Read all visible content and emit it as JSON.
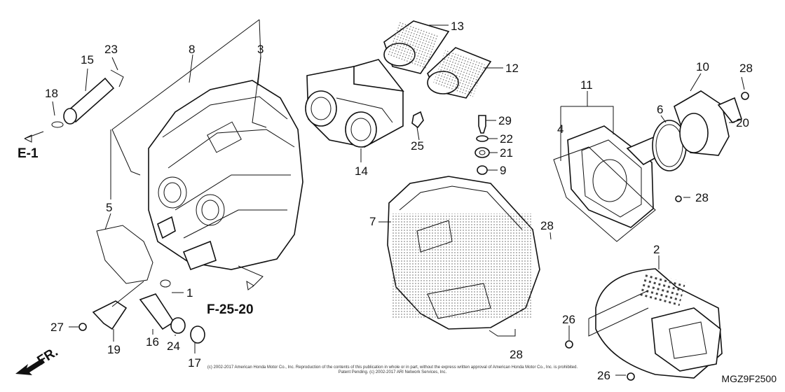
{
  "diagram": {
    "callouts": [
      {
        "id": "1",
        "label": "1"
      },
      {
        "id": "2",
        "label": "2"
      },
      {
        "id": "3",
        "label": "3"
      },
      {
        "id": "4",
        "label": "4"
      },
      {
        "id": "5",
        "label": "5"
      },
      {
        "id": "6",
        "label": "6"
      },
      {
        "id": "7",
        "label": "7"
      },
      {
        "id": "8",
        "label": "8"
      },
      {
        "id": "9",
        "label": "9"
      },
      {
        "id": "10",
        "label": "10"
      },
      {
        "id": "11",
        "label": "11"
      },
      {
        "id": "12",
        "label": "12"
      },
      {
        "id": "13",
        "label": "13"
      },
      {
        "id": "14",
        "label": "14"
      },
      {
        "id": "15",
        "label": "15"
      },
      {
        "id": "16",
        "label": "16"
      },
      {
        "id": "17",
        "label": "17"
      },
      {
        "id": "18",
        "label": "18"
      },
      {
        "id": "19",
        "label": "19"
      },
      {
        "id": "20",
        "label": "20"
      },
      {
        "id": "21",
        "label": "21"
      },
      {
        "id": "22",
        "label": "22"
      },
      {
        "id": "23",
        "label": "23"
      },
      {
        "id": "24",
        "label": "24"
      },
      {
        "id": "25",
        "label": "25"
      },
      {
        "id": "26a",
        "label": "26"
      },
      {
        "id": "26b",
        "label": "26"
      },
      {
        "id": "27",
        "label": "27"
      },
      {
        "id": "28a",
        "label": "28"
      },
      {
        "id": "28b",
        "label": "28"
      },
      {
        "id": "28c",
        "label": "28"
      },
      {
        "id": "28d",
        "label": "28"
      },
      {
        "id": "29",
        "label": "29"
      }
    ],
    "references": {
      "e1": "E-1",
      "f2520": "F-25-20",
      "front": "FR."
    },
    "diagram_code": "MGZ9F2500",
    "copyright_line1": "(c) 2002-2017 American Honda Motor Co., Inc. Reproduction of the contents of this publication in whole or in part, without the express written approval of American Honda Motor Co., Inc. is prohibited.",
    "copyright_line2": "Patent Pending. (c) 2002-2017 ARI Network Services, Inc."
  }
}
